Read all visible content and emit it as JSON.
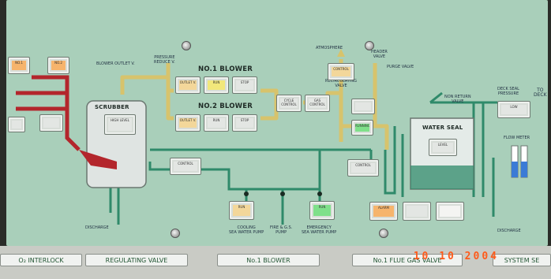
{
  "panel": {
    "section_titles": [
      "NO.1 BLOWER",
      "NO.2 BLOWER",
      "WATER SEAL",
      "SCRUBBER"
    ],
    "labels": {
      "outlet_valve": "BLOWER OUTLET V.",
      "pressure_valve": "PRESSURE\nREDUCE V.",
      "atmosphere": "ATMOSPHERE",
      "header_valve": "HEADER\nVALVE",
      "recirculating": "RECIRCULATING\nVALVE",
      "purge_valve": "PURGE VALVE",
      "non_return": "NON RETURN\nVALVE",
      "deck_seal": "DECK SEAL\nPRESSURE",
      "to_deck": "TO\nDECK",
      "discharge_left": "DISCHARGE",
      "discharge_right": "DISCHARGE",
      "cooling_pump": "COOLING\nSEA WATER PUMP",
      "fire_pump": "FIRE & G.S.\nPUMP",
      "emergency_pump": "EMERGENCY\nSEA WATER PUMP",
      "flow_meter": "FLOW METER"
    },
    "buttons": {
      "no1_blower": [
        "OUTLET V.",
        "RUN",
        "STOP"
      ],
      "no2_blower": [
        "OUTLET V.",
        "RUN",
        "STOP"
      ],
      "cycle_control": "CYCLE\nCONTROL",
      "gas_control": "GAS\nCONTROL",
      "header_ctrl": "CONTROL",
      "green_indicator": "RUNNING",
      "scrubber_alarm": "HIGH\nLEVEL",
      "pump_control": "CONTROL",
      "pump_indicator": "CONTROL",
      "cooling_pump_lamp": "RUN",
      "emergency_pump_lamp": "RUN",
      "alarm_row": [
        "ALARM",
        "",
        ""
      ],
      "deck_seal_lamp": "LOW",
      "left_lamps": [
        "NO.1",
        "NO.2"
      ],
      "water_seal_lamp": "LEVEL"
    }
  },
  "nameplates": [
    "O₂ INTERLOCK",
    "REGULATING VALVE",
    "No.1 BLOWER",
    "No.1 FLUE GAS VALVE",
    "SYSTEM SE"
  ],
  "timestamp": "10 10 2004",
  "colors": {
    "panel": "#a9cfba",
    "pipe_water": "#2f8a6a",
    "pipe_gas": "#d7c36c",
    "pipe_red": "#b3262c",
    "date_text": "#ff5a1a"
  }
}
